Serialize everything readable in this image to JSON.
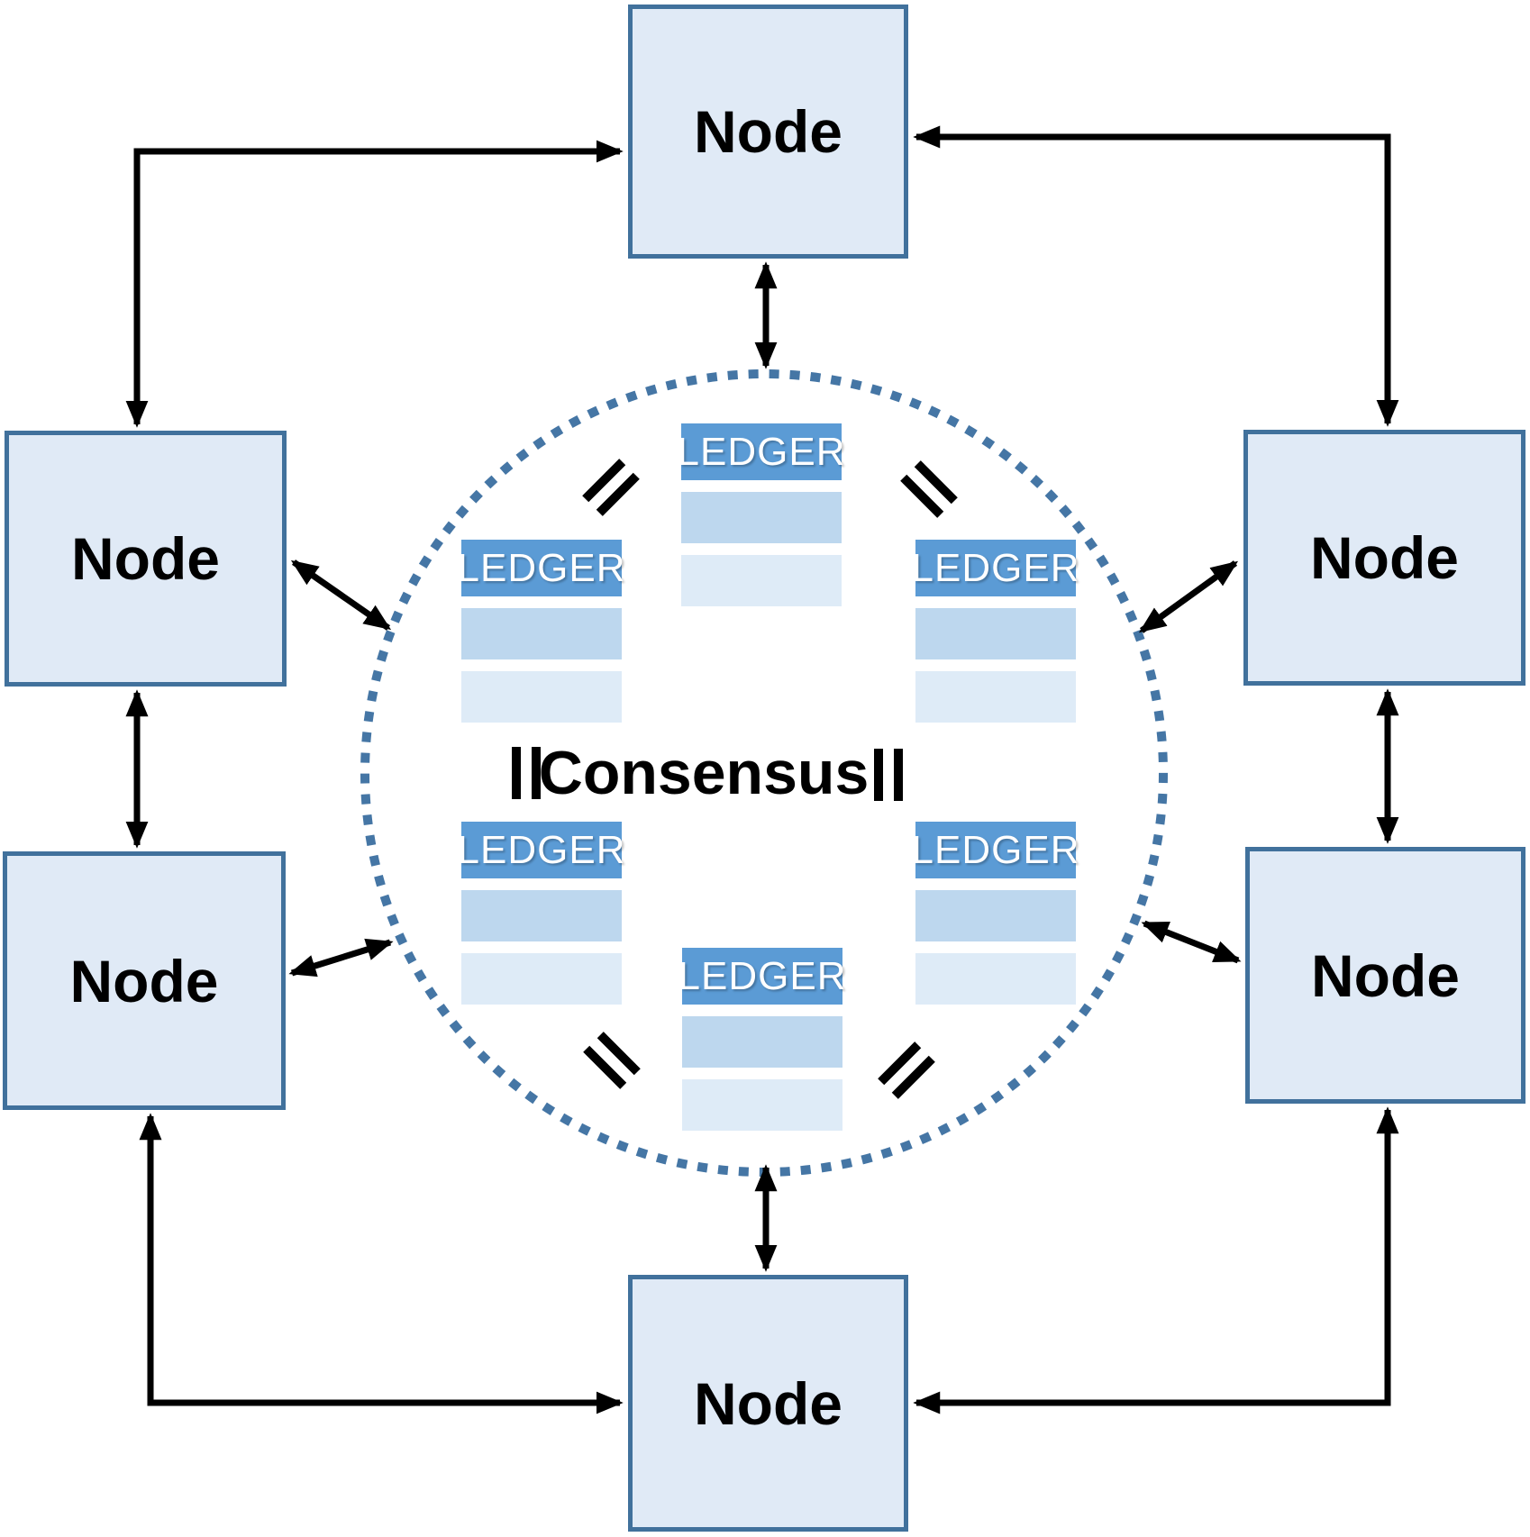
{
  "diagram": {
    "consensus_label": "Consensus",
    "nodes": [
      {
        "id": "top",
        "label": "Node"
      },
      {
        "id": "upper-left",
        "label": "Node"
      },
      {
        "id": "lower-left",
        "label": "Node"
      },
      {
        "id": "upper-right",
        "label": "Node"
      },
      {
        "id": "lower-right",
        "label": "Node"
      },
      {
        "id": "bottom",
        "label": "Node"
      }
    ],
    "ledgers": [
      {
        "id": "top",
        "title": "LEDGER"
      },
      {
        "id": "mid-left",
        "title": "LEDGER"
      },
      {
        "id": "mid-right",
        "title": "LEDGER"
      },
      {
        "id": "low-left",
        "title": "LEDGER"
      },
      {
        "id": "low-right",
        "title": "LEDGER"
      },
      {
        "id": "bottom",
        "title": "LEDGER"
      }
    ],
    "equals_icons": [
      "upper-left",
      "upper-right",
      "middle-left",
      "middle-right",
      "lower-left",
      "lower-right"
    ],
    "colors": {
      "node_fill": "#E0EAF6",
      "node_border": "#41719C",
      "ledger_header": "#5B9BD5",
      "ledger_row_medium": "#BDD7EE",
      "ledger_row_light": "#DEEBF7",
      "circle_dots": "#4576A5",
      "arrow": "#000000",
      "text": "#000000",
      "ledger_text": "#FFFFFF"
    }
  }
}
